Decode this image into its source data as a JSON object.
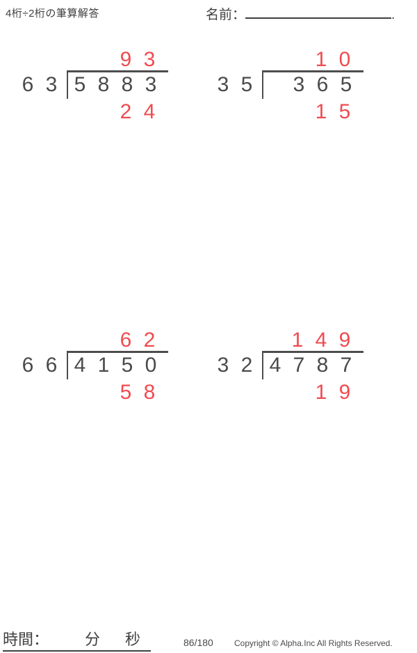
{
  "header": {
    "title": "4桁÷2桁の筆算解答",
    "name_label": "名前：",
    "name_suffix": "."
  },
  "problems": [
    {
      "divisor": "63",
      "dividend": "5883",
      "quotient": "93",
      "remainder": "24",
      "quotient_cells": [
        "",
        "",
        "9",
        "3"
      ],
      "divisor_cells": [
        "6",
        "3"
      ],
      "dividend_cells": [
        "5",
        "8",
        "8",
        "3"
      ],
      "remainder_cells": [
        "",
        "",
        "2",
        "4"
      ]
    },
    {
      "divisor": "35",
      "dividend": "365",
      "quotient": "10",
      "remainder": "15",
      "quotient_cells": [
        "",
        "",
        "1",
        "0"
      ],
      "divisor_cells": [
        "3",
        "5"
      ],
      "dividend_cells": [
        "",
        "3",
        "6",
        "5"
      ],
      "remainder_cells": [
        "",
        "",
        "1",
        "5"
      ]
    },
    {
      "divisor": "66",
      "dividend": "4150",
      "quotient": "62",
      "remainder": "58",
      "quotient_cells": [
        "",
        "",
        "6",
        "2"
      ],
      "divisor_cells": [
        "6",
        "6"
      ],
      "dividend_cells": [
        "4",
        "1",
        "5",
        "0"
      ],
      "remainder_cells": [
        "",
        "",
        "5",
        "8"
      ]
    },
    {
      "divisor": "32",
      "dividend": "4787",
      "quotient": "149",
      "remainder": "19",
      "quotient_cells": [
        "",
        "1",
        "4",
        "9"
      ],
      "divisor_cells": [
        "3",
        "2"
      ],
      "dividend_cells": [
        "4",
        "7",
        "8",
        "7"
      ],
      "remainder_cells": [
        "",
        "",
        "1",
        "9"
      ]
    }
  ],
  "footer": {
    "time_label": "時間：",
    "minutes_label": "分",
    "seconds_label": "秒",
    "page_number": "86/180",
    "copyright": "Copyright © Alpha.Inc All Rights Reserved."
  },
  "colors": {
    "answer_red": "#f04b50",
    "ink": "#4a4a4a",
    "bracket_line": "#4d4d4d"
  }
}
